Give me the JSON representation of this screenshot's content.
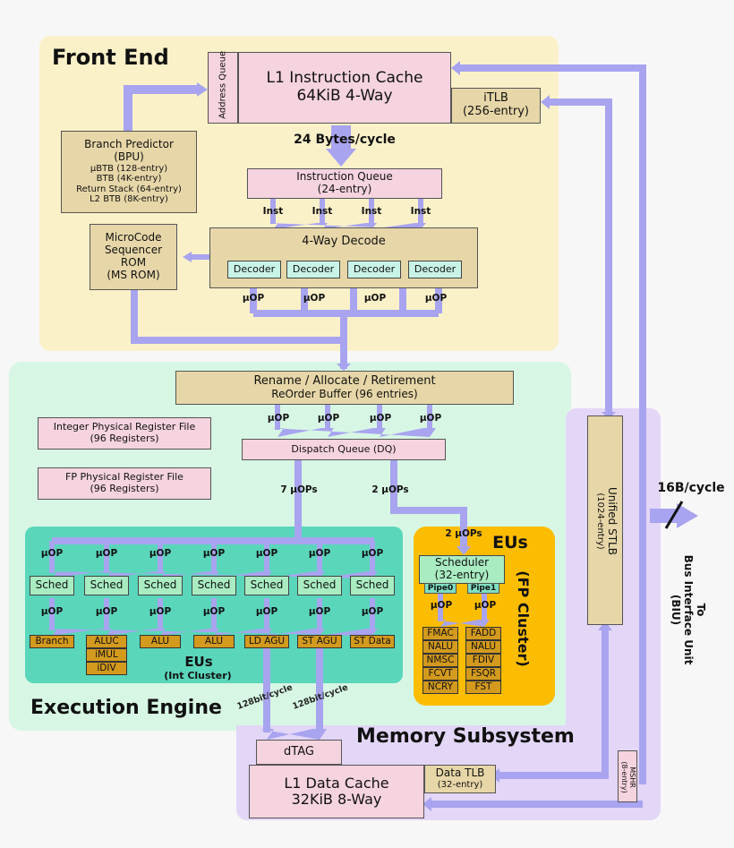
{
  "colors": {
    "front_end_bg": "#fbf1c9",
    "exec_engine_bg": "#d7f7e4",
    "int_cluster_bg": "#5ad6bb",
    "fp_cluster_bg": "#fcbd00",
    "memory_bg": "#e3d6f7",
    "arrow": "#a8a4ef",
    "cache_pink": "#f5d3df",
    "tan": "#e7d7a8",
    "sched_green": "#a9ecc2",
    "eu_orange": "#d39a1e"
  },
  "front_end": {
    "title": "Front End",
    "address_queue": "Address Queue",
    "l1i_title": "L1 Instruction Cache",
    "l1i_sub": "64KiB 4-Way",
    "itlb_title": "iTLB",
    "itlb_sub": "(256-entry)",
    "bytes_per_cycle": "24 Bytes/cycle",
    "bpu": {
      "title": "Branch Predictor",
      "abbr": "(BPU)",
      "lines": [
        "µBTB (128-entry)",
        "BTB (4K-entry)",
        "Return Stack (64-entry)",
        "L2 BTB (8K-entry)"
      ]
    },
    "iq_title": "Instruction Queue",
    "iq_sub": "(24-entry)",
    "inst_labels": [
      "Inst",
      "Inst",
      "Inst",
      "Inst"
    ],
    "ms_rom": [
      "MicroCode",
      "Sequencer",
      "ROM",
      "(MS ROM)"
    ],
    "decode_title": "4-Way Decode",
    "decoders": [
      "Decoder",
      "Decoder",
      "Decoder",
      "Decoder"
    ],
    "uop_labels": [
      "µOP",
      "µOP",
      "µOP",
      "µOP"
    ]
  },
  "exec_engine": {
    "title": "Execution Engine",
    "rename_title": "Rename / Allocate / Retirement",
    "rob": "ReOrder Buffer (96 entries)",
    "uop_labels": [
      "µOP",
      "µOP",
      "µOP",
      "µOP"
    ],
    "int_prf_title": "Integer Physical Register File",
    "int_prf_sub": "(96 Registers)",
    "fp_prf_title": "FP Physical Register File",
    "fp_prf_sub": "(96 Registers)",
    "dq": "Dispatch Queue (DQ)",
    "seven_uops": "7 µOPs",
    "two_uops": "2 µOPs",
    "int_cluster": {
      "title": "EUs",
      "subtitle": "(Int Cluster)",
      "uop_label": "µOP",
      "sched_label": "Sched",
      "units": [
        [
          "Branch"
        ],
        [
          "ALUC",
          "iMUL",
          "iDIV"
        ],
        [
          "ALU"
        ],
        [
          "ALU"
        ],
        [
          "LD AGU"
        ],
        [
          "ST AGU"
        ],
        [
          "ST Data"
        ]
      ]
    },
    "fp_cluster": {
      "title": "EUs",
      "subtitle": "(FP Cluster)",
      "two_uops": "2 µOPs",
      "sched_title": "Scheduler",
      "sched_sub": "(32-entry)",
      "pipe0": "Pipe0",
      "pipe1": "Pipe1",
      "uop_label": "µOP",
      "pipe0_units": [
        "FMAC",
        "NALU",
        "NMSC",
        "FCVT",
        "NCRY"
      ],
      "pipe1_units": [
        "FADD",
        "NALU",
        "FDIV",
        "FSQR",
        "FST"
      ]
    },
    "bus_128_a": "128bit/cycle",
    "bus_128_b": "128bit/cycle"
  },
  "memory": {
    "title": "Memory Subsystem",
    "dtag": "dTAG",
    "l1d_title": "L1 Data Cache",
    "l1d_sub": "32KiB 8-Way",
    "dtlb_title": "Data TLB",
    "dtlb_sub": "(32-entry)",
    "stlb_title": "Unified STLB",
    "stlb_sub": "(1024-entry)",
    "mshr_title": "MSHR",
    "mshr_sub": "(8-entry)",
    "bus_rate": "16B/cycle",
    "biu_line1": "To",
    "biu_line2": "Bus Interface Unit",
    "biu_line3": "(BIU)"
  }
}
